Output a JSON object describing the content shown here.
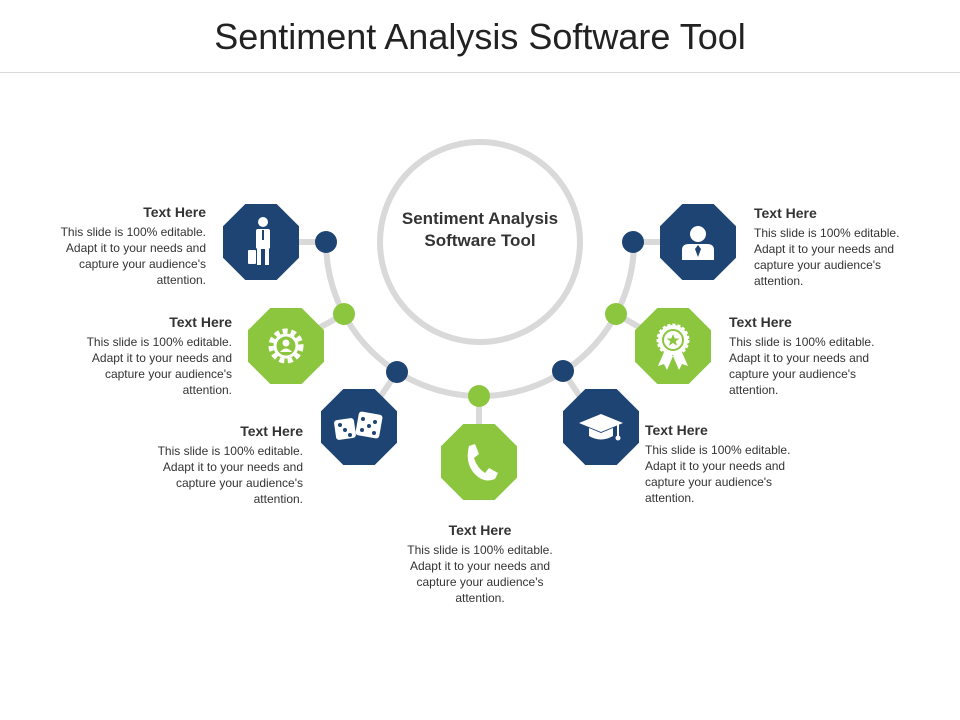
{
  "title": "Sentiment Analysis Software Tool",
  "center": {
    "label": "Sentiment Analysis Software Tool"
  },
  "colors": {
    "navy": "#1d4473",
    "green": "#8cc63f",
    "ring": "#d9d9d9"
  },
  "items": [
    {
      "heading": "Text Here",
      "body": "This slide is 100% editable. Adapt it to your needs and capture your audience's attention.",
      "icon": "businessman-icon"
    },
    {
      "heading": "Text Here",
      "body": "This slide is 100% editable. Adapt it to your needs and capture your audience's attention.",
      "icon": "gear-person-icon"
    },
    {
      "heading": "Text Here",
      "body": "This slide is 100% editable. Adapt it to your needs and capture your audience's attention.",
      "icon": "dice-icon"
    },
    {
      "heading": "Text Here",
      "body": "This slide is 100% editable. Adapt it to your needs and capture your audience's attention.",
      "icon": "phone-icon"
    },
    {
      "heading": "Text Here",
      "body": "This slide is 100% editable. Adapt it to your needs and capture your audience's attention.",
      "icon": "graduation-cap-icon"
    },
    {
      "heading": "Text Here",
      "body": "This slide is 100% editable. Adapt it to your needs and capture your audience's attention.",
      "icon": "award-ribbon-icon"
    },
    {
      "heading": "Text Here",
      "body": "This slide is 100% editable. Adapt it to your needs and capture your audience's attention.",
      "icon": "user-icon"
    }
  ]
}
